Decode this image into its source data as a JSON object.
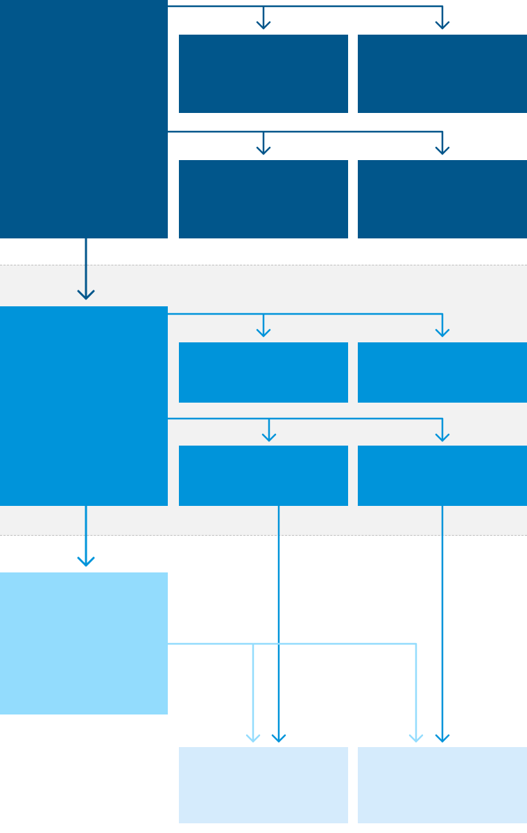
{
  "colors": {
    "dark": "#01568b",
    "mid": "#0094da",
    "light": "#93dcfd",
    "pale": "#d5ebfc",
    "band": "#f2f2f2",
    "band_border": "#bdbdbd"
  },
  "diagram": {
    "tiers": [
      {
        "id": "tier-1",
        "color": "dark",
        "children": 4
      },
      {
        "id": "tier-2",
        "color": "mid",
        "children": 4
      },
      {
        "id": "tier-3",
        "color": "light",
        "children": 0
      }
    ],
    "bottom_boxes": 2,
    "labels": []
  }
}
